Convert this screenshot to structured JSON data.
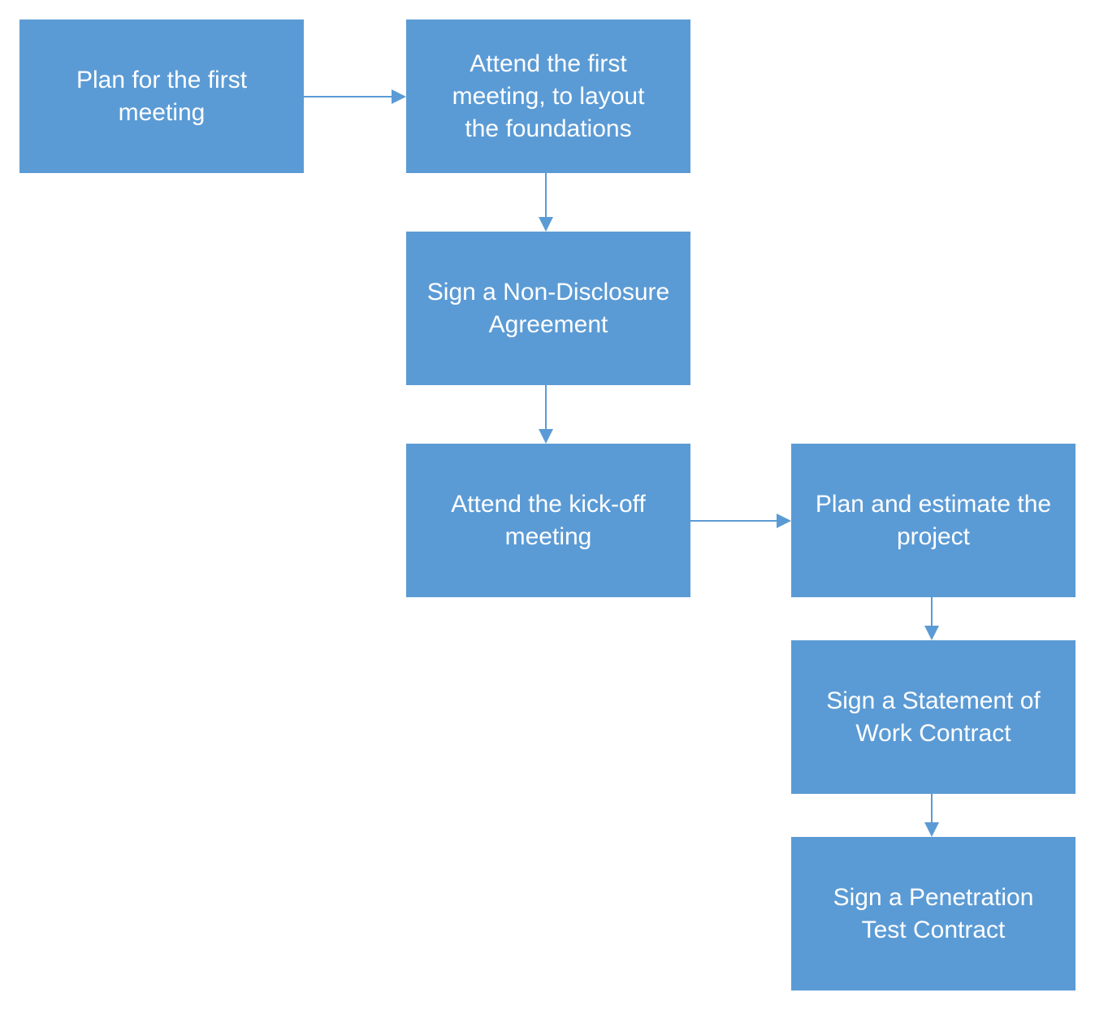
{
  "diagram": {
    "colors": {
      "box_fill": "#5b9bd5",
      "box_text": "#ffffff",
      "connector": "#5b9bd5"
    },
    "steps": [
      {
        "id": "plan-first-meeting",
        "label": "Plan for the first meeting"
      },
      {
        "id": "attend-first-meeting",
        "label": "Attend the first meeting, to layout the foundations"
      },
      {
        "id": "sign-nda",
        "label": "Sign a Non-Disclosure Agreement"
      },
      {
        "id": "attend-kickoff",
        "label": "Attend the kick-off meeting"
      },
      {
        "id": "plan-estimate",
        "label": "Plan and estimate the project"
      },
      {
        "id": "sign-sow",
        "label": "Sign a Statement of Work Contract"
      },
      {
        "id": "sign-pentest",
        "label": "Sign a Penetration Test Contract"
      }
    ],
    "connections": [
      {
        "from": "plan-first-meeting",
        "to": "attend-first-meeting"
      },
      {
        "from": "attend-first-meeting",
        "to": "sign-nda"
      },
      {
        "from": "sign-nda",
        "to": "attend-kickoff"
      },
      {
        "from": "attend-kickoff",
        "to": "plan-estimate"
      },
      {
        "from": "plan-estimate",
        "to": "sign-sow"
      },
      {
        "from": "sign-sow",
        "to": "sign-pentest"
      }
    ]
  }
}
